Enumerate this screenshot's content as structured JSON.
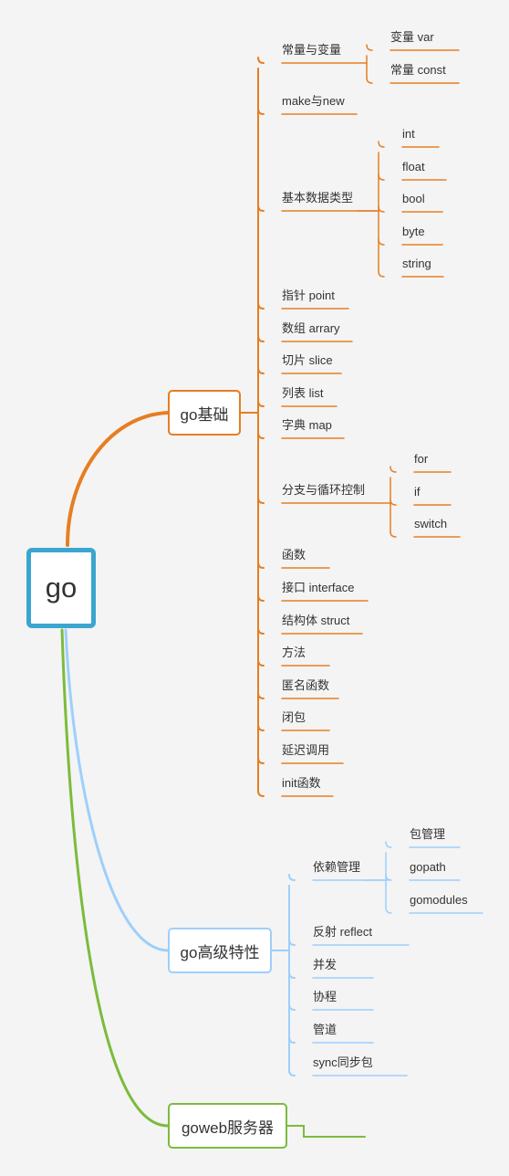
{
  "root": {
    "label": "go"
  },
  "colors": {
    "root": "#3aa6cf",
    "basics": "#e67e22",
    "advanced": "#9dcffb",
    "web": "#7cbb3d"
  },
  "branches": [
    {
      "label": "go基础",
      "children": [
        {
          "label": "常量与变量",
          "children": [
            {
              "label": "变量 var"
            },
            {
              "label": "常量 const"
            }
          ]
        },
        {
          "label": "make与new"
        },
        {
          "label": "基本数据类型",
          "children": [
            {
              "label": "int"
            },
            {
              "label": "float"
            },
            {
              "label": "bool"
            },
            {
              "label": "byte"
            },
            {
              "label": "string"
            }
          ]
        },
        {
          "label": "指针 point"
        },
        {
          "label": "数组 arrary"
        },
        {
          "label": "切片 slice"
        },
        {
          "label": "列表 list"
        },
        {
          "label": "字典 map"
        },
        {
          "label": "分支与循环控制",
          "children": [
            {
              "label": "for"
            },
            {
              "label": "if"
            },
            {
              "label": "switch"
            }
          ]
        },
        {
          "label": "函数"
        },
        {
          "label": "接口 interface"
        },
        {
          "label": "结构体 struct"
        },
        {
          "label": "方法"
        },
        {
          "label": "匿名函数"
        },
        {
          "label": "闭包"
        },
        {
          "label": "延迟调用"
        },
        {
          "label": "init函数"
        }
      ]
    },
    {
      "label": "go高级特性",
      "children": [
        {
          "label": "依赖管理",
          "children": [
            {
              "label": "包管理"
            },
            {
              "label": "gopath"
            },
            {
              "label": "gomodules"
            }
          ]
        },
        {
          "label": "反射 reflect"
        },
        {
          "label": "并发"
        },
        {
          "label": "协程"
        },
        {
          "label": "管道"
        },
        {
          "label": "sync同步包"
        }
      ]
    },
    {
      "label": "goweb服务器",
      "children": []
    }
  ]
}
